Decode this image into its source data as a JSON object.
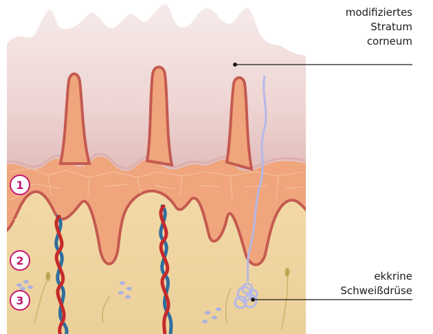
{
  "labels": {
    "stratum_corneum": [
      "modifiziertes",
      "Stratum",
      "corneum"
    ],
    "sweat_gland": [
      "ekkrine",
      "Schweißdrüse"
    ]
  },
  "layers": [
    {
      "number": "1"
    },
    {
      "number": "2"
    },
    {
      "number": "3"
    }
  ],
  "colors": {
    "stratum_corneum": "#eed7d4",
    "epidermis": "#f0a078",
    "basal_line": "#c45a50",
    "dermis": "#f3d9a6",
    "badge": "#c5186e",
    "artery": "#c52a2a",
    "vein": "#2e6f9e",
    "sweat_gland": "#b4b8e6"
  }
}
